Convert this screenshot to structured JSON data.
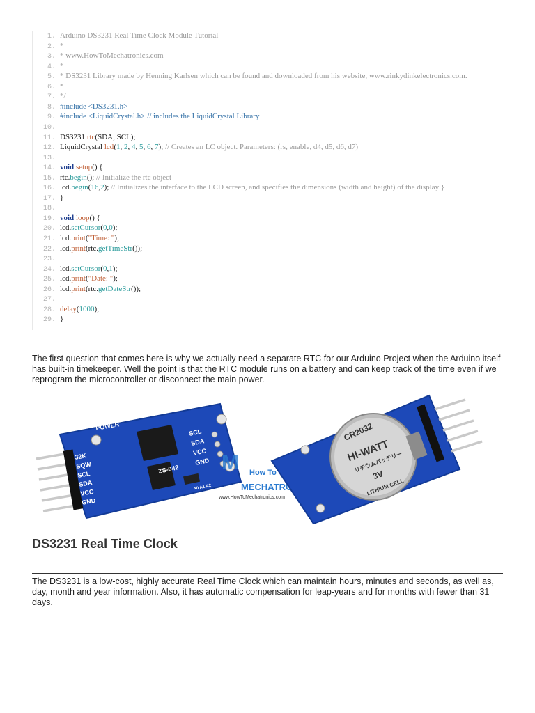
{
  "code": {
    "lines": [
      {
        "n": "1.",
        "parts": [
          {
            "c": "cm",
            "t": "Arduino DS3231 Real Time Clock Module Tutorial"
          }
        ]
      },
      {
        "n": "2.",
        "parts": [
          {
            "c": "cm",
            "t": "*"
          }
        ]
      },
      {
        "n": "3.",
        "parts": [
          {
            "c": "cm",
            "t": "* www.HowToMechatronics.com"
          }
        ]
      },
      {
        "n": "4.",
        "parts": [
          {
            "c": "cm",
            "t": "*"
          }
        ]
      },
      {
        "n": "5.",
        "parts": [
          {
            "c": "cm",
            "t": "* DS3231 Library made by Henning Karlsen which can be found and downloaded from his website, www.rinkydinkelectronics.com."
          }
        ]
      },
      {
        "n": "6.",
        "parts": [
          {
            "c": "cm",
            "t": "*"
          }
        ]
      },
      {
        "n": "7.",
        "parts": [
          {
            "c": "cm",
            "t": "*/"
          }
        ]
      },
      {
        "n": "8.",
        "parts": [
          {
            "c": "pp",
            "t": "#include <DS3231.h>"
          }
        ]
      },
      {
        "n": "9.",
        "parts": [
          {
            "c": "pp",
            "t": "#include <LiquidCrystal.h> // includes the LiquidCrystal Library"
          }
        ]
      },
      {
        "n": "10.",
        "parts": []
      },
      {
        "n": "11.",
        "parts": [
          {
            "c": "tx",
            "t": "DS3231 "
          },
          {
            "c": "fn",
            "t": "rtc"
          },
          {
            "c": "tx",
            "t": "(SDA, SCL);"
          }
        ]
      },
      {
        "n": "12.",
        "parts": [
          {
            "c": "tx",
            "t": "LiquidCrystal "
          },
          {
            "c": "fn",
            "t": "lcd"
          },
          {
            "c": "tx",
            "t": "("
          },
          {
            "c": "nm",
            "t": "1"
          },
          {
            "c": "tx",
            "t": ", "
          },
          {
            "c": "nm",
            "t": "2"
          },
          {
            "c": "tx",
            "t": ", "
          },
          {
            "c": "nm",
            "t": "4"
          },
          {
            "c": "tx",
            "t": ", "
          },
          {
            "c": "nm",
            "t": "5"
          },
          {
            "c": "tx",
            "t": ", "
          },
          {
            "c": "nm",
            "t": "6"
          },
          {
            "c": "tx",
            "t": ", "
          },
          {
            "c": "nm",
            "t": "7"
          },
          {
            "c": "tx",
            "t": "); "
          },
          {
            "c": "cm",
            "t": "// Creates an LC object. Parameters: (rs, enable, d4, d5, d6, d7)"
          }
        ]
      },
      {
        "n": "13.",
        "parts": []
      },
      {
        "n": "14.",
        "parts": [
          {
            "c": "kw",
            "t": "void "
          },
          {
            "c": "fn",
            "t": "setup"
          },
          {
            "c": "tx",
            "t": "() {"
          }
        ]
      },
      {
        "n": "15.",
        "parts": [
          {
            "c": "tx",
            "t": "rtc."
          },
          {
            "c": "nm",
            "t": "begin"
          },
          {
            "c": "tx",
            "t": "(); "
          },
          {
            "c": "cm",
            "t": "// Initialize the rtc object"
          }
        ]
      },
      {
        "n": "16.",
        "parts": [
          {
            "c": "tx",
            "t": "lcd."
          },
          {
            "c": "nm",
            "t": "begin"
          },
          {
            "c": "tx",
            "t": "("
          },
          {
            "c": "nm",
            "t": "16"
          },
          {
            "c": "tx",
            "t": ","
          },
          {
            "c": "nm",
            "t": "2"
          },
          {
            "c": "tx",
            "t": "); "
          },
          {
            "c": "cm",
            "t": "// Initializes the interface to the LCD screen, and specifies the dimensions (width and height) of the display }"
          }
        ]
      },
      {
        "n": "17.",
        "parts": [
          {
            "c": "tx",
            "t": "}"
          }
        ]
      },
      {
        "n": "18.",
        "parts": []
      },
      {
        "n": "19.",
        "parts": [
          {
            "c": "kw",
            "t": "void "
          },
          {
            "c": "fn",
            "t": "loop"
          },
          {
            "c": "tx",
            "t": "() {"
          }
        ]
      },
      {
        "n": "20.",
        "parts": [
          {
            "c": "tx",
            "t": "lcd."
          },
          {
            "c": "nm",
            "t": "setCursor"
          },
          {
            "c": "tx",
            "t": "("
          },
          {
            "c": "nm",
            "t": "0"
          },
          {
            "c": "tx",
            "t": ","
          },
          {
            "c": "nm",
            "t": "0"
          },
          {
            "c": "tx",
            "t": ");"
          }
        ]
      },
      {
        "n": "21.",
        "parts": [
          {
            "c": "tx",
            "t": "lcd."
          },
          {
            "c": "fn",
            "t": "print"
          },
          {
            "c": "tx",
            "t": "("
          },
          {
            "c": "st",
            "t": "\"Time: \""
          },
          {
            "c": "tx",
            "t": ");"
          }
        ]
      },
      {
        "n": "22.",
        "parts": [
          {
            "c": "tx",
            "t": "lcd."
          },
          {
            "c": "fn",
            "t": "print"
          },
          {
            "c": "tx",
            "t": "(rtc."
          },
          {
            "c": "nm",
            "t": "getTimeStr"
          },
          {
            "c": "tx",
            "t": "());"
          }
        ]
      },
      {
        "n": "23.",
        "parts": []
      },
      {
        "n": "24.",
        "parts": [
          {
            "c": "tx",
            "t": "lcd."
          },
          {
            "c": "nm",
            "t": "setCursor"
          },
          {
            "c": "tx",
            "t": "("
          },
          {
            "c": "nm",
            "t": "0"
          },
          {
            "c": "tx",
            "t": ","
          },
          {
            "c": "nm",
            "t": "1"
          },
          {
            "c": "tx",
            "t": ");"
          }
        ]
      },
      {
        "n": "25.",
        "parts": [
          {
            "c": "tx",
            "t": "lcd."
          },
          {
            "c": "fn",
            "t": "print"
          },
          {
            "c": "tx",
            "t": "("
          },
          {
            "c": "st",
            "t": "\"Date: \""
          },
          {
            "c": "tx",
            "t": ");"
          }
        ]
      },
      {
        "n": "26.",
        "parts": [
          {
            "c": "tx",
            "t": "lcd."
          },
          {
            "c": "fn",
            "t": "print"
          },
          {
            "c": "tx",
            "t": "(rtc."
          },
          {
            "c": "nm",
            "t": "getDateStr"
          },
          {
            "c": "tx",
            "t": "());"
          }
        ]
      },
      {
        "n": "27.",
        "parts": []
      },
      {
        "n": "28.",
        "parts": [
          {
            "c": "fn",
            "t": "delay"
          },
          {
            "c": "tx",
            "t": "("
          },
          {
            "c": "nm",
            "t": "1000"
          },
          {
            "c": "tx",
            "t": ");"
          }
        ]
      },
      {
        "n": "29.",
        "parts": [
          {
            "c": "tx",
            "t": "}"
          }
        ]
      }
    ]
  },
  "intro_paragraph": "The first question that comes here is why we actually need a separate RTC for our Arduino Project when the Arduino itself has built-in timekeeper. Well the point is that the RTC module runs on a battery and can keep track of the time even if we reprogram the microcontroller or disconnect the main power.",
  "photo": {
    "left_board_labels": {
      "power": "POWER",
      "model": "ZS-042",
      "pins_left": [
        "32K",
        "SQW",
        "SCL",
        "SDA",
        "VCC",
        "GND"
      ],
      "pins_right": [
        "SCL",
        "SDA",
        "VCC",
        "GND"
      ],
      "addr": "A0 A1 A2"
    },
    "battery": {
      "line1": "CR2032",
      "line2": "HI-WATT",
      "line3": "リチウムバッテリー",
      "line4": "3V",
      "line5": "LITHIUM CELL"
    },
    "watermark": {
      "line1": "How To",
      "line2": "MECHATRONICS",
      "url": "www.HowToMechatronics.com"
    },
    "colors": {
      "pcb": "#1d49b8",
      "pcb_dark": "#123a96",
      "chip": "#1a1a1a",
      "pin": "#c9c9c9",
      "battery": "#cfcfcf"
    }
  },
  "section": {
    "heading": "DS3231 Real Time Clock",
    "body": "The DS3231 is a low-cost, highly accurate Real Time Clock which can maintain hours, minutes and seconds, as well as, day, month and year information. Also, it has automatic compensation for leap-years and for months with fewer than 31 days."
  }
}
